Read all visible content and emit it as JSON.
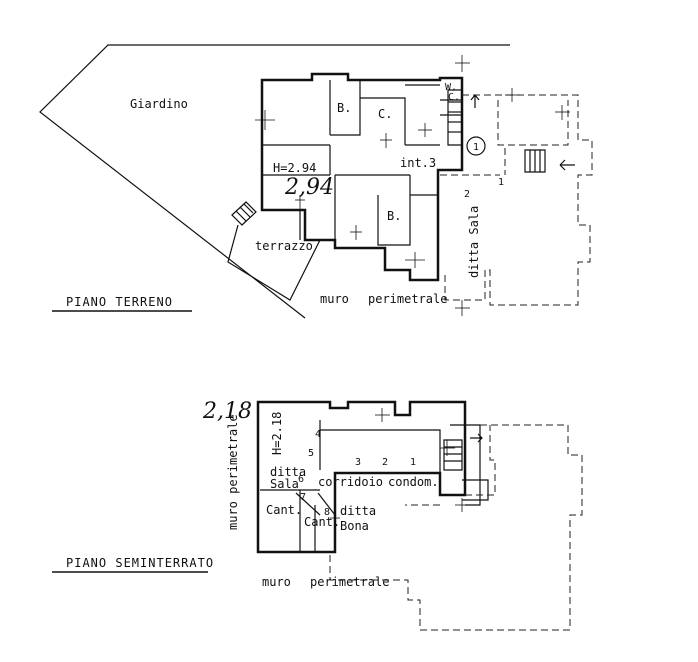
{
  "upper_plan": {
    "title": "PIANO   TERRENO",
    "labels": {
      "garden": "Giardino",
      "bath1": "B.",
      "kitchen": "C.",
      "wc": "W.",
      "wc_c": "C.",
      "height": "H=2.94",
      "height_hand": "2,94",
      "interior": "int.3",
      "bath2": "B.",
      "terrace": "terrazzo",
      "num1": "1",
      "num2": "2",
      "ditta_sala": "ditta Sala",
      "muro": "muro",
      "perimetrale": "perimetrale",
      "stair_circle": "1"
    }
  },
  "lower_plan": {
    "title": "PIANO   SEMINTERRATO",
    "labels": {
      "height_hand": "2,18",
      "height": "H=2.18",
      "muro_perimetrale_vert": "muro   perimetrale",
      "ditta": "ditta",
      "sala": "Sala",
      "corridoio": "corridoio",
      "condom": "condom.",
      "cant1": "Cant.",
      "cant2": "Cant.",
      "ditta2": "ditta",
      "bona": "Bona",
      "n1": "1",
      "n2": "2",
      "n3": "3",
      "n4": "4",
      "n5": "5",
      "n6": "6",
      "n7": "7",
      "n8": "8",
      "muro": "muro",
      "perimetrale": "perimetrale"
    }
  }
}
